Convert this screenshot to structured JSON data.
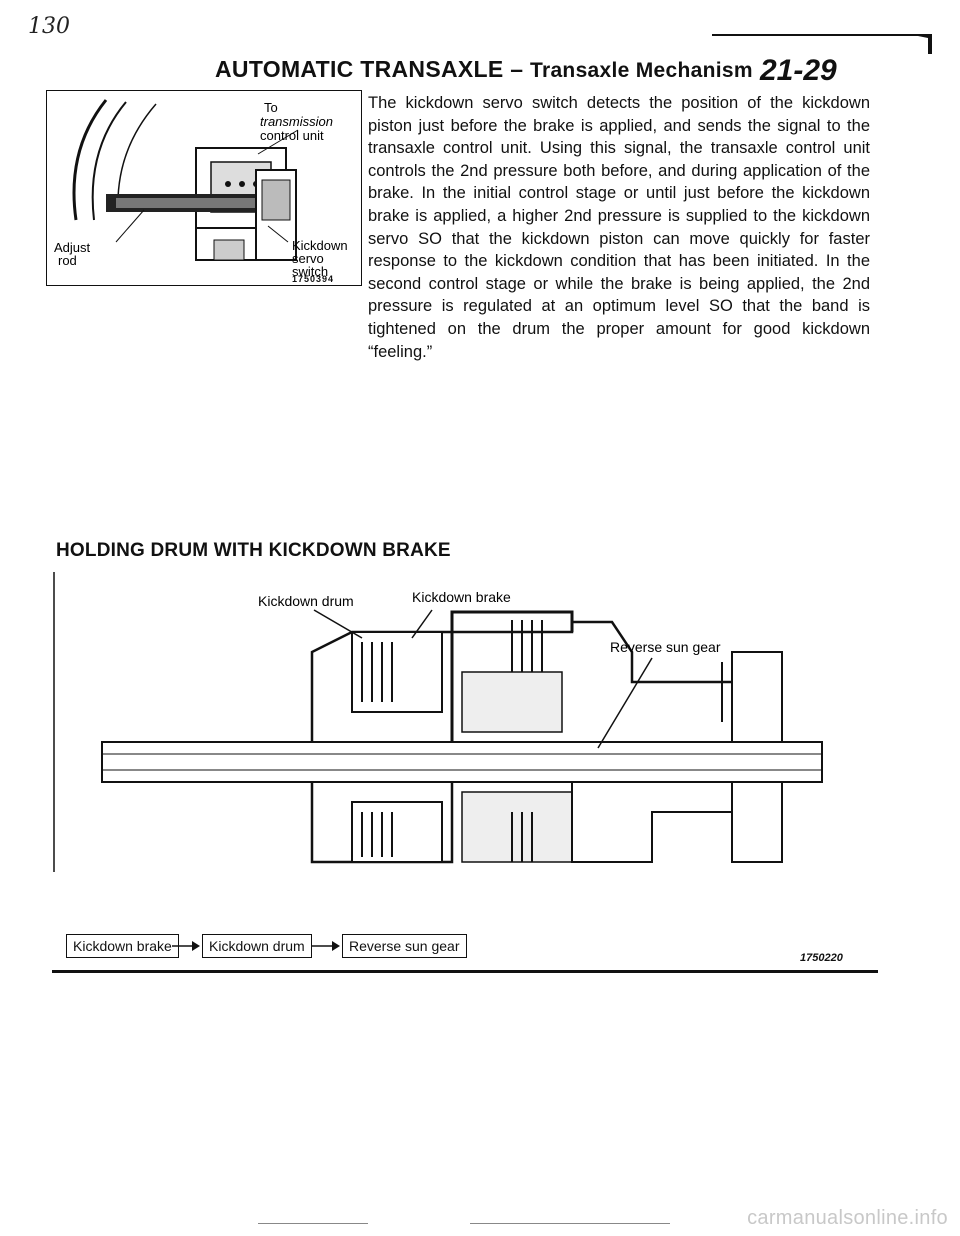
{
  "handwritten_note": "130",
  "header": {
    "section": "AUTOMATIC TRANSAXLE",
    "separator": "–",
    "subsection": "Transaxle Mechanism",
    "page_number": "21-29"
  },
  "figure1": {
    "labels": {
      "to": "To",
      "transmission": "transmission",
      "control_unit": "control unit",
      "adjust": "Adjust",
      "rod": "rod",
      "kickdown": "Kickdown",
      "servo": "servo",
      "switch": "switch"
    },
    "figure_number": "1750394"
  },
  "body_text": "The kickdown servo switch detects the position of the kickdown piston just before the brake is applied, and sends the signal to the transaxle control unit. Using this signal, the transaxle control unit controls the 2nd pressure both before, and during application of the brake. In the initial control stage or until just before the kickdown brake is applied, a higher 2nd pressure is supplied to the kickdown servo SO that the kickdown piston can move quickly for faster response to the kickdown condition that has been initiated. In the second control stage or while the brake is being applied, the 2nd pressure is regulated at an optimum level SO that the band is tightened on the drum the proper amount for good kickdown “feeling.”",
  "section_heading": "HOLDING DRUM WITH KICKDOWN BRAKE",
  "figure2": {
    "labels": {
      "kickdown_drum": "Kickdown drum",
      "kickdown_brake": "Kickdown brake",
      "reverse_sun_gear": "Reverse sun gear"
    },
    "flow": [
      "Kickdown brake",
      "Kickdown drum",
      "Reverse sun gear"
    ],
    "figure_number": "1750220"
  },
  "watermark": "carmanualsonline.info"
}
